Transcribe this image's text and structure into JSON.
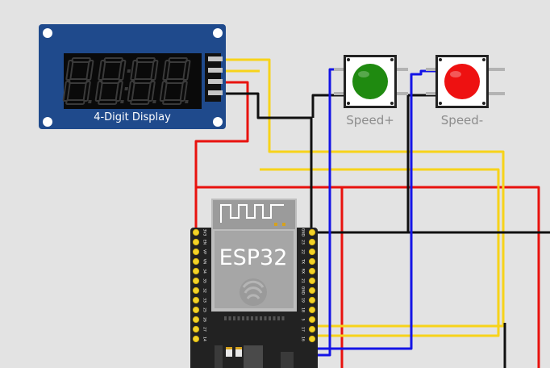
{
  "colors": {
    "background": "#e3e3e3",
    "wire_red": "#e8120e",
    "wire_yellow": "#f7d31a",
    "wire_black": "#101010",
    "wire_blue": "#1414e6",
    "display_board": "#1f4a8c",
    "display_segment_off": "#3a3a3a",
    "button_green": "#1f8a10",
    "button_red": "#ee1111",
    "esp_board": "#222222",
    "esp_module": "#a8a8a8"
  },
  "display": {
    "label": "4-Digit Display",
    "digits": [
      "8",
      "8",
      "8",
      "8"
    ]
  },
  "buttons": [
    {
      "label": "Speed+",
      "color": "green"
    },
    {
      "label": "Speed-",
      "color": "red"
    }
  ],
  "esp32": {
    "label": "ESP32",
    "left_pins": [
      "3V3",
      "EN",
      "VP",
      "VN",
      "34",
      "35",
      "32",
      "33",
      "25",
      "26",
      "27",
      "14"
    ],
    "right_pins": [
      "GND",
      "23",
      "22",
      "TX",
      "RX",
      "21",
      "GND",
      "19",
      "18",
      "5",
      "17",
      "16"
    ]
  }
}
